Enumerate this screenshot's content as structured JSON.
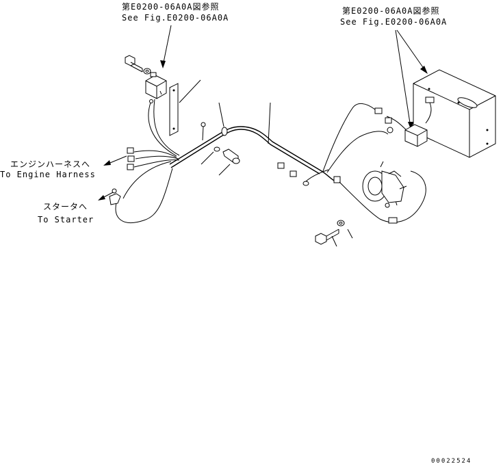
{
  "labels": {
    "ref_left_jp": "第E0200-06A0A図参照",
    "ref_left_en": "See Fig.E0200-06A0A",
    "ref_right_jp": "第E0200-06A0A図参照",
    "ref_right_en": "See Fig.E0200-06A0A",
    "engine_jp": "エンジンハーネスへ",
    "engine_en": "To Engine Harness",
    "starter_jp": "スタータへ",
    "starter_en": "To Starter",
    "drawing_number": "00022524"
  }
}
